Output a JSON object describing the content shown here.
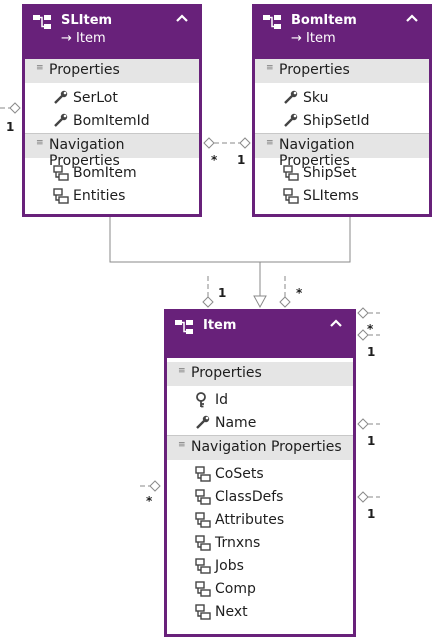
{
  "entities": {
    "slitem": {
      "name": "SLItem",
      "base": "→ Item",
      "sections": {
        "properties": {
          "label": "Properties",
          "items": [
            {
              "label": "SerLot",
              "icon": "wrench-icon"
            },
            {
              "label": "BomItemId",
              "icon": "wrench-icon"
            }
          ]
        },
        "navigation": {
          "label": "Navigation Properties",
          "items": [
            {
              "label": "BomItem",
              "icon": "navigation-property-icon"
            },
            {
              "label": "Entities",
              "icon": "navigation-property-icon"
            }
          ]
        }
      }
    },
    "bomitem": {
      "name": "BomItem",
      "base": "→ Item",
      "sections": {
        "properties": {
          "label": "Properties",
          "items": [
            {
              "label": "Sku",
              "icon": "wrench-icon"
            },
            {
              "label": "ShipSetId",
              "icon": "wrench-icon"
            }
          ]
        },
        "navigation": {
          "label": "Navigation Properties",
          "items": [
            {
              "label": "ShipSet",
              "icon": "navigation-property-icon"
            },
            {
              "label": "SLItems",
              "icon": "navigation-property-icon"
            }
          ]
        }
      }
    },
    "item": {
      "name": "Item",
      "sections": {
        "properties": {
          "label": "Properties",
          "items": [
            {
              "label": "Id",
              "icon": "key-icon"
            },
            {
              "label": "Name",
              "icon": "wrench-icon"
            }
          ]
        },
        "navigation": {
          "label": "Navigation Properties",
          "items": [
            {
              "label": "CoSets",
              "icon": "navigation-property-icon"
            },
            {
              "label": "ClassDefs",
              "icon": "navigation-property-icon"
            },
            {
              "label": "Attributes",
              "icon": "navigation-property-icon"
            },
            {
              "label": "Trnxns",
              "icon": "navigation-property-icon"
            },
            {
              "label": "Jobs",
              "icon": "navigation-property-icon"
            },
            {
              "label": "Comp",
              "icon": "navigation-property-icon"
            },
            {
              "label": "Next",
              "icon": "navigation-property-icon"
            }
          ]
        }
      }
    }
  },
  "multiplicities": {
    "slitem_left_1": "1",
    "slitem_bomitem_star": "*",
    "slitem_bomitem_1": "1",
    "item_top_1": "1",
    "item_top_star": "*",
    "item_right_star": "*",
    "item_right_1a": "1",
    "item_right_1b": "1",
    "item_right_1c": "1",
    "item_left_star": "*"
  },
  "colors": {
    "entity_border": "#68217a",
    "section_header": "#e5e5e5",
    "connector": "#8a8a8a"
  }
}
